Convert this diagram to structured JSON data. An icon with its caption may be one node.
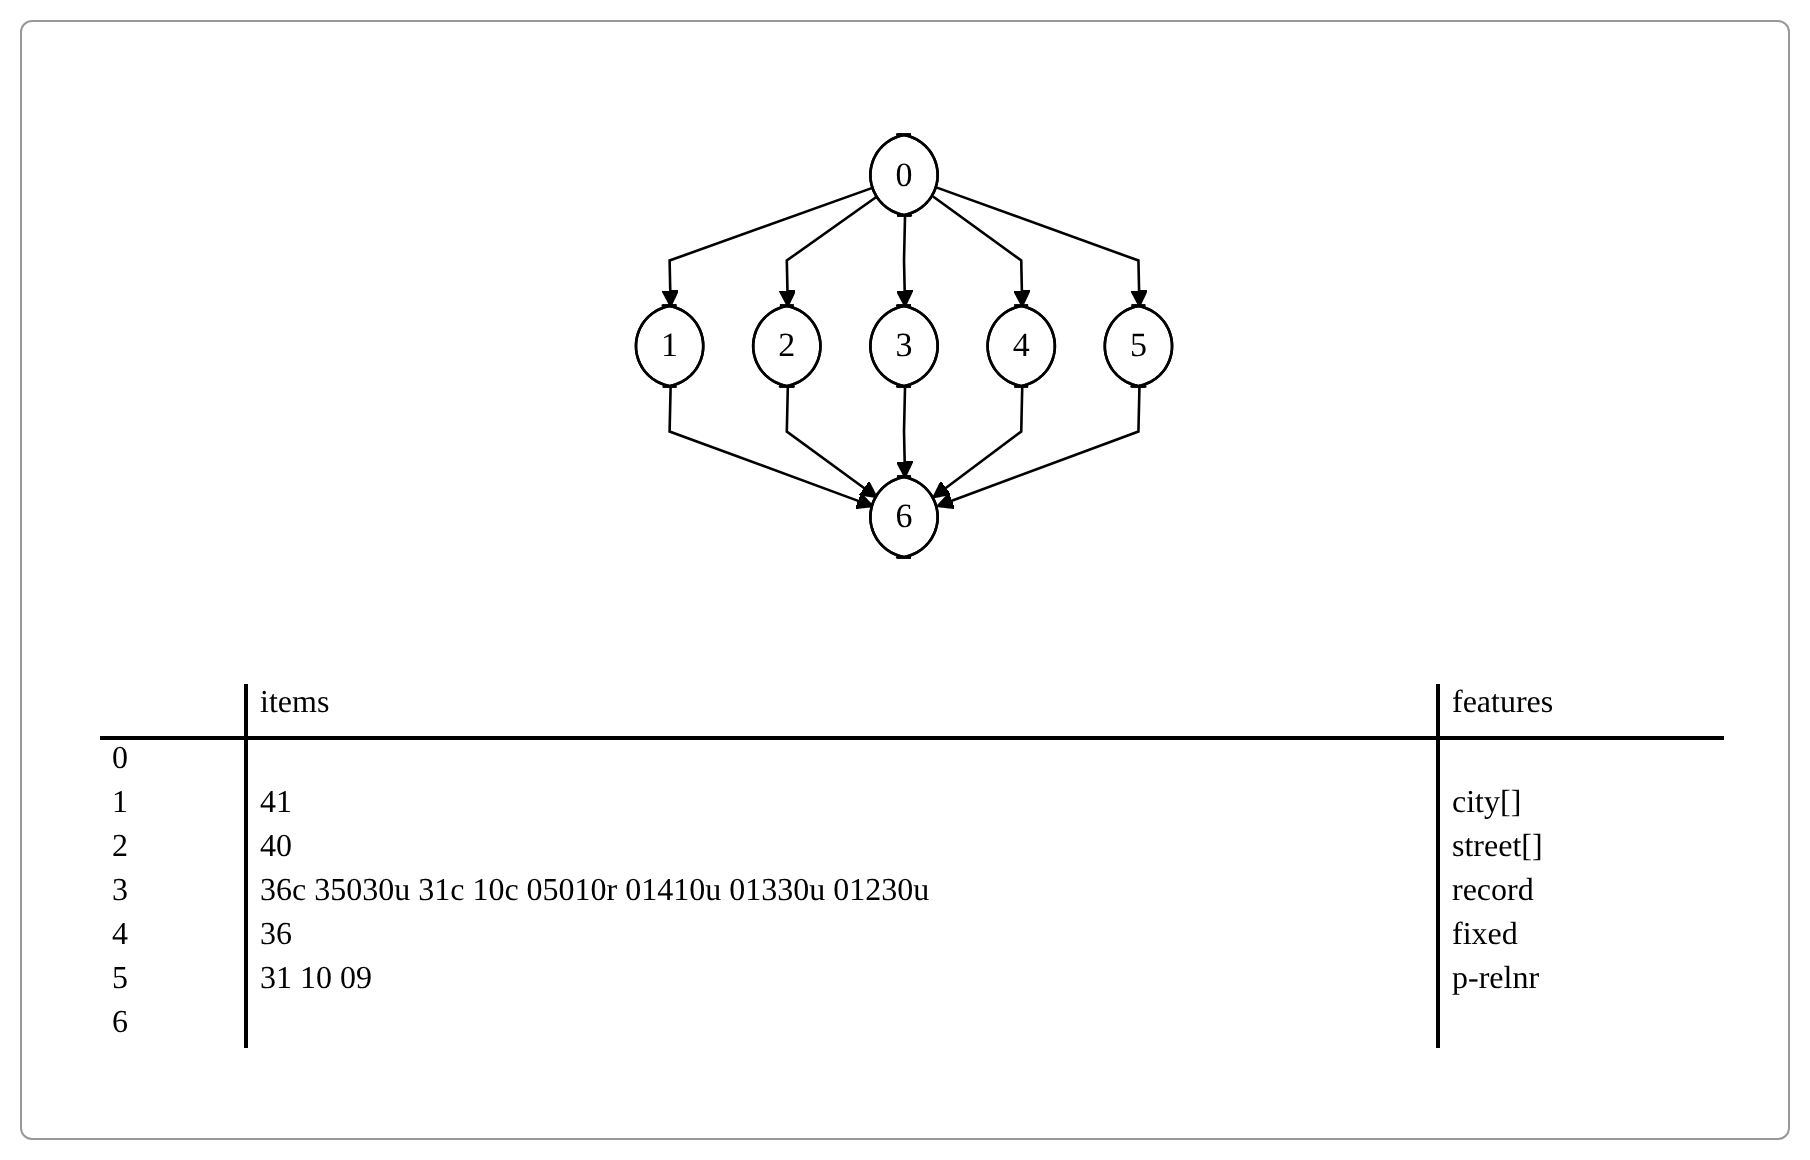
{
  "diagram": {
    "nodes": [
      {
        "text": [
          "0"
        ]
      },
      {
        "text": [
          "1"
        ]
      },
      {
        "text": [
          "2"
        ]
      },
      {
        "text": [
          "3"
        ]
      },
      {
        "text": [
          "4"
        ]
      },
      {
        "text": [
          "5"
        ]
      },
      {
        "text": [
          "6"
        ]
      }
    ],
    "edges": [
      {
        "from": 0,
        "to": 1,
        "arrow": "to"
      },
      {
        "from": 0,
        "to": 2,
        "arrow": "to"
      },
      {
        "from": 0,
        "to": 3,
        "arrow": "to"
      },
      {
        "from": 0,
        "to": 4,
        "arrow": "to"
      },
      {
        "from": 0,
        "to": 5,
        "arrow": "to"
      },
      {
        "from": 1,
        "to": 6,
        "arrow": "to"
      },
      {
        "from": 2,
        "to": 6,
        "arrow": "to"
      },
      {
        "from": 3,
        "to": 6,
        "arrow": "to"
      },
      {
        "from": 4,
        "to": 6,
        "arrow": "to"
      },
      {
        "from": 5,
        "to": 6,
        "arrow": "to"
      }
    ],
    "labels": [
      "items",
      "features",
      "0",
      "1",
      "41",
      "city[]",
      "2",
      "40",
      "street[]",
      "3",
      "36c 35030u 31c 10c 05010r 01410u 01330u 01230u",
      "record",
      "4",
      "36",
      "fixed",
      "5",
      "31 10 09",
      "p-relnr",
      "6"
    ]
  }
}
